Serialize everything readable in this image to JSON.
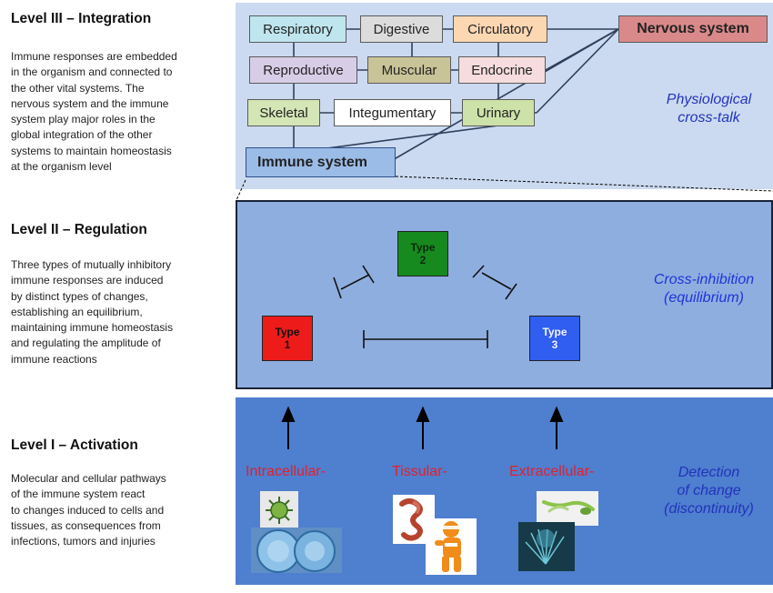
{
  "levels": {
    "level3": {
      "title": "Level III – Integration",
      "lines": [
        "Immune responses are embedded",
        "in the organism and connected to",
        "the other vital systems. The",
        "nervous system and the immune",
        "system play major roles in the",
        "global integration of the other",
        "systems to maintain homeostasis",
        "at the organism level"
      ]
    },
    "level2": {
      "title": "Level II – Regulation",
      "lines": [
        "Three types of mutually inhibitory",
        "immune responses are induced",
        "by distinct types of changes,",
        "establishing an equilibrium,",
        "maintaining immune homeostasis",
        "and regulating the amplitude of",
        "immune reactions"
      ]
    },
    "level1": {
      "title": "Level I – Activation",
      "lines": [
        "Molecular and cellular pathways",
        "of the immune system react",
        "to changes induced to cells and",
        "tissues, as consequences from",
        "infections, tumors and injuries"
      ]
    }
  },
  "systems": {
    "respiratory": "Respiratory",
    "digestive": "Digestive",
    "circulatory": "Circulatory",
    "nervous": "Nervous system",
    "reproductive": "Reproductive",
    "muscular": "Muscular",
    "endocrine": "Endocrine",
    "skeletal": "Skeletal",
    "integumentary": "Integumentary",
    "urinary": "Urinary",
    "immune": "Immune system"
  },
  "system_colors": {
    "respiratory": "#bfe6ef",
    "digestive": "#dcdcdc",
    "circulatory": "#fbd7b2",
    "nervous": "#d98989",
    "reproductive": "#d8cde7",
    "muscular": "#c9c398",
    "endocrine": "#f6dcdc",
    "skeletal": "#d5e6b6",
    "integumentary": "#ffffff",
    "urinary": "#cde2a8",
    "immune": "#9cbce8"
  },
  "side_labels": {
    "physiological": [
      "Physiological",
      "cross-talk"
    ],
    "cross_inhibition": [
      "Cross-inhibition",
      "(equilibrium)"
    ],
    "detection": [
      "Detection",
      "of change",
      "(discontinuity)"
    ]
  },
  "types": [
    {
      "line1": "Type",
      "line2": "1",
      "color": "#ee1b1b"
    },
    {
      "line1": "Type",
      "line2": "2",
      "color": "#178a1f"
    },
    {
      "line1": "Type",
      "line2": "3",
      "color": "#2f5ef0"
    }
  ],
  "changes": {
    "intracellular": "Intracellular-",
    "tissular": "Tissular-",
    "extracellular": "Extracellular-"
  },
  "colors": {
    "label_blue_dark": "#2233bb",
    "label_blue_light": "#1d34d8",
    "change_red": "#e4202a"
  }
}
